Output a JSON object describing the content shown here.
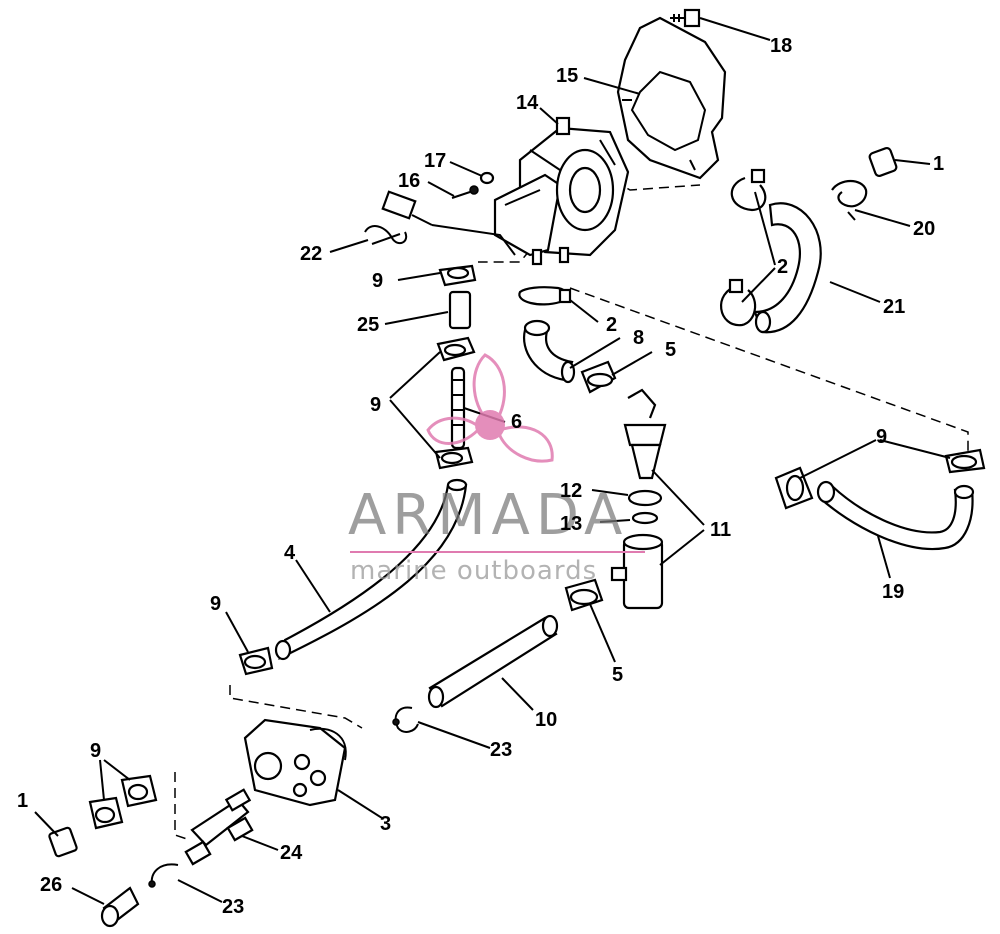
{
  "watermark": {
    "title": "ARMADA",
    "subtitle": "marine outboards",
    "accent_color": "#e07bb0"
  },
  "callouts": {
    "c18": "18",
    "c15": "15",
    "c14": "14",
    "c17": "17",
    "c16": "16",
    "c1_top": "1",
    "c20": "20",
    "c22": "22",
    "c2_upper": "2",
    "c21": "21",
    "c9_a": "9",
    "c25": "25",
    "c2_lower": "2",
    "c8": "8",
    "c5_upper": "5",
    "c9_b": "9",
    "c6": "6",
    "c9_c": "9",
    "c12": "12",
    "c11": "11",
    "c13": "13",
    "c4": "4",
    "c19": "19",
    "c9_d": "9",
    "c5_lower": "5",
    "c10": "10",
    "c23_upper": "23",
    "c9_e": "9",
    "c3": "3",
    "c1_bottom": "1",
    "c24": "24",
    "c26": "26",
    "c23_lower": "23"
  }
}
